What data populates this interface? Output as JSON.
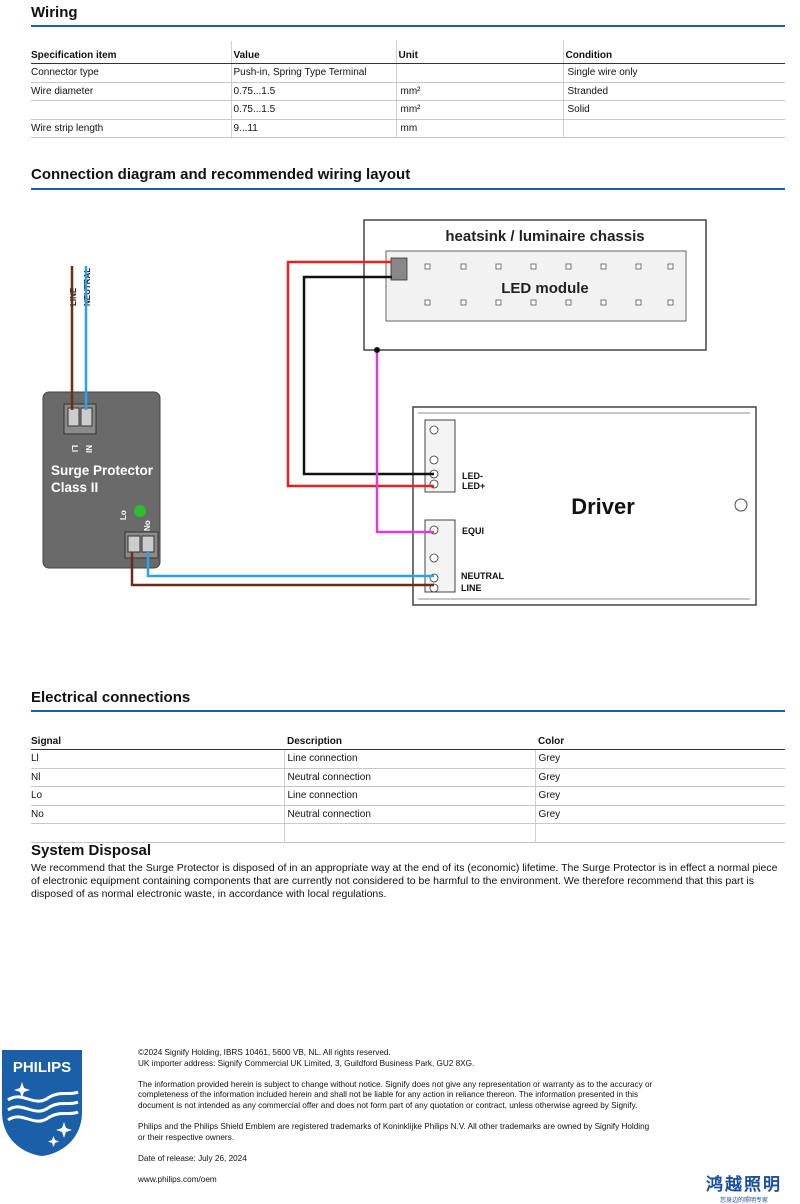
{
  "wiring": {
    "title": "Wiring",
    "headers": [
      "Specification item",
      "Value",
      "Unit",
      "Condition"
    ],
    "rows": [
      [
        "Connector  type",
        "Push-in, Spring Type Terminal",
        "",
        "Single wire only"
      ],
      [
        "Wire diameter",
        "0.75...1.5",
        "mm²",
        "Stranded"
      ],
      [
        "",
        "0.75...1.5",
        "mm²",
        "Solid"
      ],
      [
        "Wire strip length",
        "9...11",
        "mm",
        ""
      ]
    ]
  },
  "diagram": {
    "title": "Connection diagram and recommended wiring layout",
    "chassis_label": "heatsink / luminaire chassis",
    "led_module_label": "LED module",
    "line_label": "LINE",
    "neutral_label": "NEUTRAL",
    "sp_label_1": "Surge Protector",
    "sp_label_2": "Class II",
    "sp_li": "Ll",
    "sp_ni": "Nl",
    "sp_lo": "Lo",
    "sp_no": "No",
    "driver_label": "Driver",
    "led_minus": "LED-",
    "led_plus": "LED+",
    "equi": "EQUI",
    "drv_neutral": "NEUTRAL",
    "drv_line": "LINE",
    "colors": {
      "line": "#6b2d1a",
      "neutral": "#2aa3e6",
      "led_red": "#e8211c",
      "led_black": "#111111",
      "equi": "#e23ad6",
      "led_green": "#2ebd2e"
    }
  },
  "electrical": {
    "title": "Electrical connections",
    "headers": [
      "Signal",
      "Description",
      "Color"
    ],
    "rows": [
      [
        "Ll",
        "Line connection",
        "Grey"
      ],
      [
        "Nl",
        "Neutral connection",
        "Grey"
      ],
      [
        "Lo",
        "Line connection",
        "Grey"
      ],
      [
        "No",
        "Neutral connection",
        "Grey"
      ],
      [
        "",
        "",
        ""
      ]
    ]
  },
  "disposal": {
    "title": "System Disposal",
    "text": "We recommend that the Surge Protector is disposed of in an appropriate way at the end of its (economic) lifetime. The Surge Protector is in effect a normal piece of electronic equipment containing components that are currently not considered to be harmful to the environment. We therefore recommend that this part is disposed of as normal electronic waste, in accordance with local regulations."
  },
  "footer": {
    "copyright": "©2024 Signify Holding, IBRS 10461, 5600 VB, NL. All rights reserved.",
    "importer": "UK importer address: Signify Commercial UK Limited, 3, Guildford Business Park, GU2 8XG.",
    "disclaimer": "The information provided herein is subject to change without notice. Signify does not give any representation or warranty as to the accuracy or completeness of the information included herein and shall not be liable for any action in reliance thereon. The information presented in this document is not intended as any commercial offer and does not form part of any quotation or contract, unless otherwise agreed by Signify.",
    "trademarks": "Philips and the Philips Shield Emblem are registered trademarks of Koninklijke Philips N.V. All other trademarks are owned by Signify Holding or their respective owners.",
    "release": "Date of release: July 26, 2024",
    "url": "www.philips.com/oem"
  },
  "logo": {
    "text": "PHILIPS",
    "brand_color": "#1a5fa8"
  },
  "watermark": {
    "big": "鸿越照明",
    "small": "您身边的照明专家"
  }
}
